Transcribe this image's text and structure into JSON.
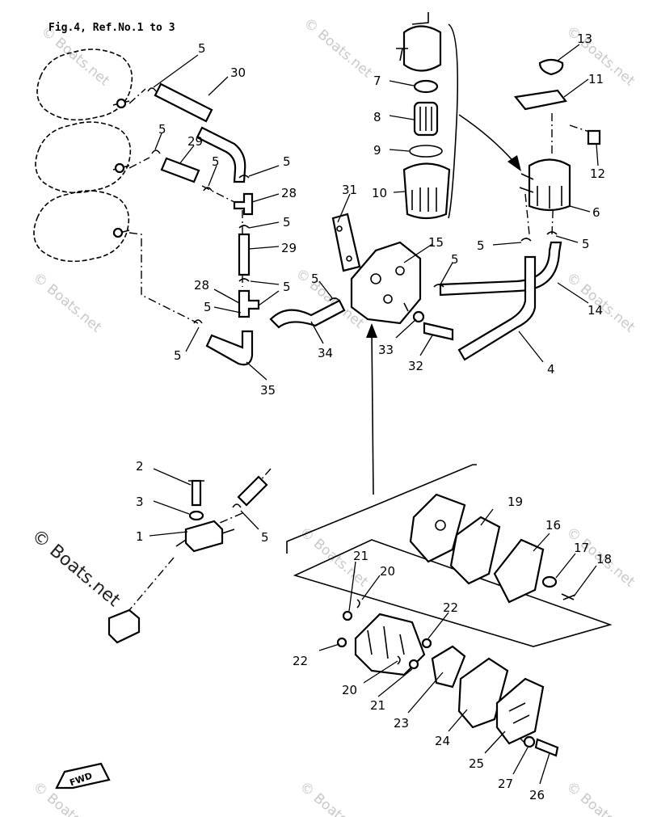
{
  "caption": "Fig.4, Ref.No.1 to 3",
  "watermark": "© Boats.net",
  "fwd_label": "FWD",
  "callouts": [
    "1",
    "2",
    "3",
    "4",
    "5",
    "6",
    "7",
    "8",
    "9",
    "10",
    "11",
    "12",
    "13",
    "14",
    "15",
    "16",
    "17",
    "18",
    "19",
    "20",
    "21",
    "22",
    "23",
    "24",
    "25",
    "26",
    "27",
    "28",
    "29",
    "30",
    "31",
    "32",
    "33",
    "34",
    "35"
  ]
}
